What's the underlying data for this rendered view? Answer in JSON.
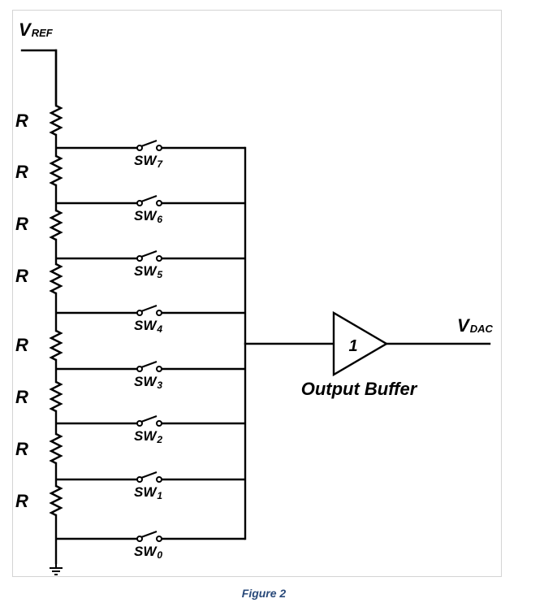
{
  "diagram": {
    "vref_main": "V",
    "vref_sub": "REF",
    "vdac_main": "V",
    "vdac_sub": "DAC",
    "resistor_label": "R",
    "resistor_count": 8,
    "switches": [
      {
        "main": "SW",
        "sub": "7"
      },
      {
        "main": "SW",
        "sub": "6"
      },
      {
        "main": "SW",
        "sub": "5"
      },
      {
        "main": "SW",
        "sub": "4"
      },
      {
        "main": "SW",
        "sub": "3"
      },
      {
        "main": "SW",
        "sub": "2"
      },
      {
        "main": "SW",
        "sub": "1"
      },
      {
        "main": "SW",
        "sub": "0"
      }
    ],
    "buffer_gain": "1",
    "buffer_label": "Output Buffer",
    "line_color": "#000000"
  },
  "caption": "Figure 2"
}
